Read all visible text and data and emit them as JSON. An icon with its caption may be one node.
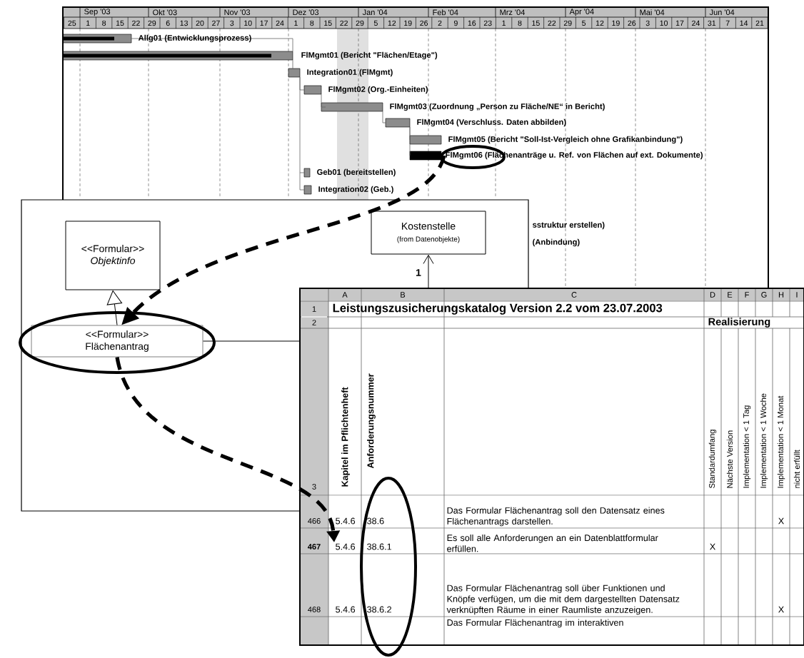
{
  "diagram": {
    "nodes": [
      {
        "text": [
          "FlMgmt06 (Flächenanträge u.  Ref. von Flächen auf ext. Dokumente)"
        ]
      },
      {
        "text": [
          "<<Formular>>",
          "Objektinfo"
        ]
      },
      {
        "text": [
          "Kostenstelle",
          "(from Datenobjekte)"
        ]
      },
      {
        "text": [
          "<<Formular>>",
          "Flächenantrag"
        ]
      },
      {
        "text": [
          "5.4.6"
        ]
      }
    ],
    "edges": [
      {
        "from": 0,
        "to": 3,
        "arrow": "to",
        "style": "dashed"
      },
      {
        "from": 3,
        "to": 4,
        "arrow": "to",
        "style": "dashed"
      },
      {
        "from": 3,
        "to": 1,
        "arrow": "to"
      },
      {
        "from": null,
        "to": 2,
        "arrow": "to",
        "label": "1"
      },
      {
        "from": 3,
        "to": null,
        "arrow": "none"
      }
    ],
    "labels": [
      "Sep '03",
      "Okt '03",
      "Nov '03",
      "Dez '03",
      "Jan '04",
      "Feb '04",
      "Mrz '04",
      "Apr '04",
      "Mai '04",
      "Jun '04",
      "25",
      "1",
      "8",
      "15",
      "22",
      "29",
      "6",
      "13",
      "20",
      "27",
      "3",
      "10",
      "17",
      "24",
      "1",
      "8",
      "15",
      "22",
      "29",
      "5",
      "12",
      "19",
      "26",
      "2",
      "9",
      "16",
      "23",
      "1",
      "8",
      "15",
      "22",
      "29",
      "5",
      "12",
      "19",
      "26",
      "3",
      "10",
      "17",
      "24",
      "31",
      "7",
      "14",
      "21",
      "Allg01 (Entwicklungsprozess)",
      "FlMgmt01 (Bericht \"Flächen/Etage\")",
      "Integration01 (FlMgmt)",
      "FlMgmt02 (Org.-Einheiten)",
      "FlMgmt03 (Zuordnung „Person zu Fläche/NE“ in Bericht)",
      "FlMgmt04 (Verschluss. Daten abbilden)",
      "FlMgmt05 (Bericht \"Soll-Ist-Vergleich ohne Grafikanbindung\")",
      "Geb01 (bereitstellen)",
      "Integration02 (Geb.)",
      "sstruktur erstellen)",
      "(Anbindung)",
      "A",
      "B",
      "C",
      "D",
      "E",
      "F",
      "G",
      "H",
      "I",
      "1",
      "Leistungszusicherungskatalog Version 2.2 vom 23.07.2003",
      "2",
      "Realisierung",
      "3",
      "Kapitel im Pflichtenheft",
      "Anforderungsnummer",
      "Standardumfang",
      "Nächste Version",
      "Implementation < 1 Tag",
      "Implementation < 1 Woche",
      "Implementation < 1 Monat",
      "nicht erfüllt",
      "466",
      "5.4.6",
      "38.6",
      "Das Formular Flächenantrag soll den Datensatz eines Flächenantrags darstellen.",
      "X",
      "467",
      "38.6.1",
      "Es soll alle Anforderungen an ein Datenblattformular erfüllen.",
      "X",
      "468",
      "5.4.6",
      "38.6.2",
      "Das Formular Flächenantrag soll über Funktionen und Knöpfe verfügen, um die mit dem dargestellten Datensatz verknüpften Räume in einer Raumliste anzuzeigen.",
      "X",
      "Das Formular Flächenantrag im interaktiven"
    ]
  }
}
